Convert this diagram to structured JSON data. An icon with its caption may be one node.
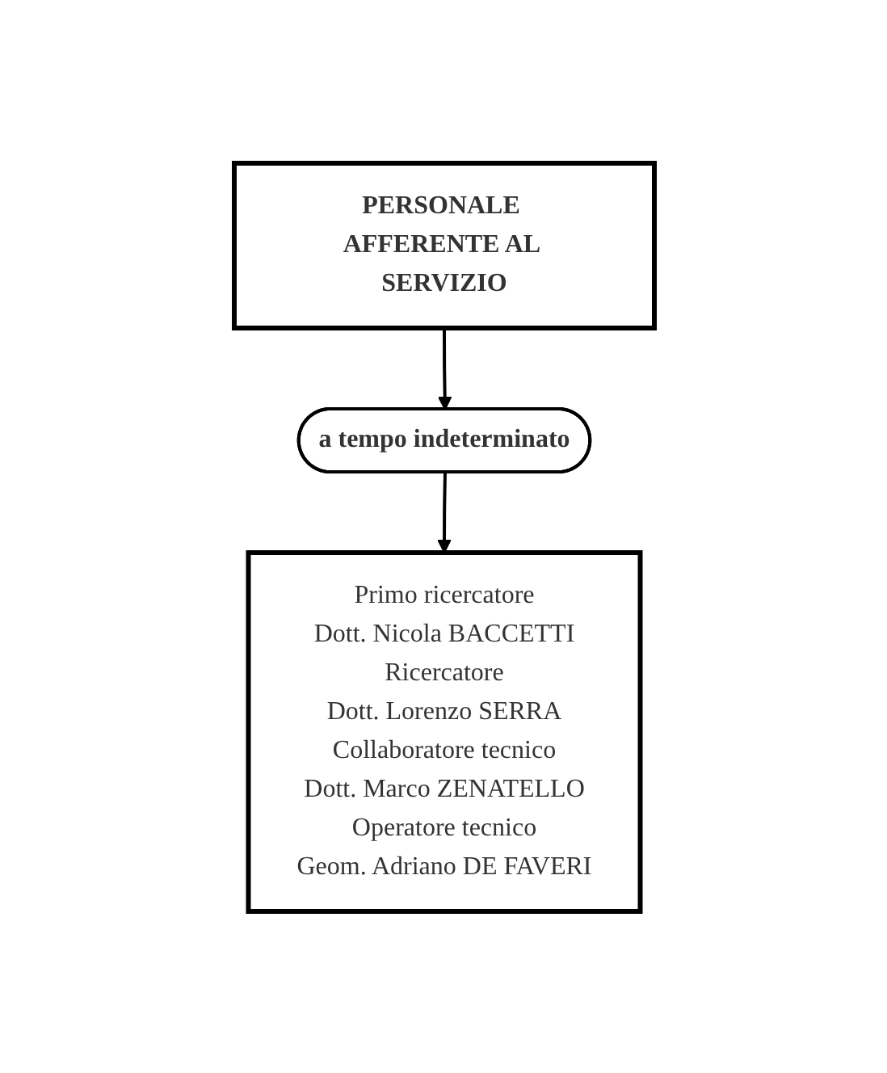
{
  "diagram": {
    "nodes": [
      {
        "text": [
          "PERSONALE AFFERENTE AL SERVIZIO"
        ]
      },
      {
        "text": [
          "a tempo indeterminato"
        ]
      },
      {
        "text": [
          "Primo ricercatore",
          "Dott. Nicola BACCETTI",
          "Ricercatore",
          "Dott. Lorenzo SERRA",
          "Collaboratore tecnico",
          "Dott. Marco ZENATELLO",
          "Operatore tecnico",
          "Geom. Adriano DE FAVERI"
        ]
      }
    ],
    "edges": [
      {
        "from": 0,
        "to": 1,
        "arrow": "to"
      },
      {
        "from": 1,
        "to": 2,
        "arrow": "to"
      }
    ]
  }
}
